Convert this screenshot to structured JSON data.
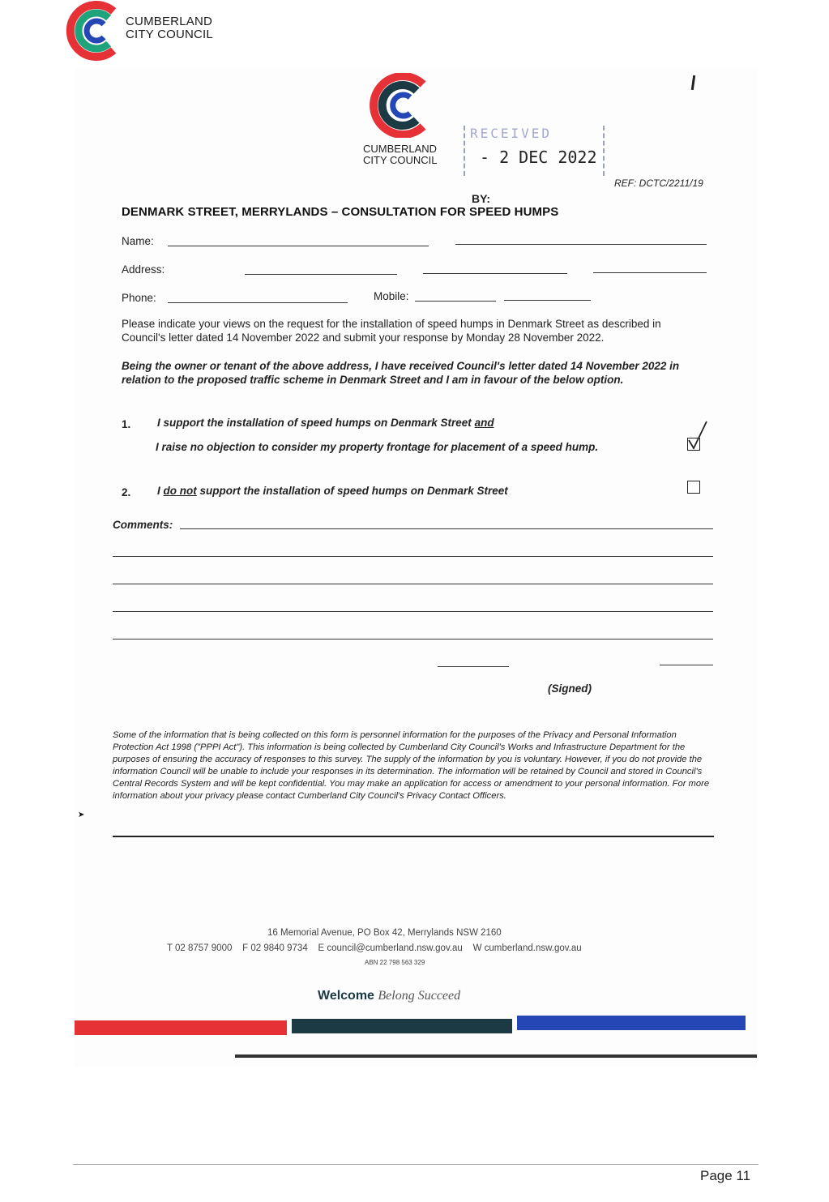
{
  "header": {
    "org_line1": "CUMBERLAND",
    "org_line2": "CITY COUNCIL"
  },
  "letterhead": {
    "org_line1": "CUMBERLAND",
    "org_line2": "CITY COUNCIL"
  },
  "stamp": {
    "top_text": "RECEIVED",
    "date": "- 2 DEC 2022",
    "by": "BY:"
  },
  "reference": "REF: DCTC/2211/19",
  "form": {
    "title": "DENMARK STREET, MERRYLANDS – CONSULTATION FOR SPEED HUMPS",
    "name_label": "Name:",
    "address_label": "Address:",
    "phone_label": "Phone:",
    "mobile_label": "Mobile:",
    "instructions": "Please indicate your views on the request for the installation of speed humps in Denmark Street as described in Council's letter dated 14 November 2022 and submit your response by Monday 28 November 2022.",
    "declaration": "Being the owner or tenant of the above address, I have received Council's letter dated 14 November 2022 in relation to the proposed traffic scheme in Denmark Street and I am in favour of the below option.",
    "option1_number": "1.",
    "option1_line1_pre": "I support the installation of speed humps on Denmark Street ",
    "option1_line1_and": "and",
    "option1_line2": "I raise no objection to consider my property frontage for placement of a speed hump.",
    "option2_number": "2.",
    "option2_pre": "I ",
    "option2_donot": "do not",
    "option2_post": " support the installation of speed humps on Denmark Street",
    "comments_label": "Comments:",
    "signed_label": "(Signed)",
    "privacy_notice": "Some of the information that is being collected on this form is personnel information for the purposes of the Privacy and Personal Information Protection Act 1998 (\"PPPI Act\"). This information is being collected by Cumberland City Council's Works and Infrastructure Department for the purposes of ensuring the accuracy of responses to this survey. The supply of the information by you is voluntary. However, if you do not provide the information Council will be unable to include your responses in its determination. The information will be retained by Council and stored in Council's Central Records System and will be kept confidential. You may make an application for access or amendment to your personal information. For more information about your privacy please contact Cumberland City Council's Privacy Contact Officers."
  },
  "footer": {
    "address": "16 Memorial Avenue, PO Box 42, Merrylands NSW 2160",
    "phone": "T 02 8757 9000",
    "fax": "F 02 9840 9734",
    "email": "E council@cumberland.nsw.gov.au",
    "web": "W cumberland.nsw.gov.au",
    "abn": "ABN 22 798 563 329",
    "slogan_word1": "Welcome",
    "slogan_rest": "Belong Succeed"
  },
  "colors": {
    "red": "#e63137",
    "dark": "#1c3a44",
    "blue": "#2547b5",
    "green": "#1fa37a"
  },
  "page_number": "Page 11"
}
